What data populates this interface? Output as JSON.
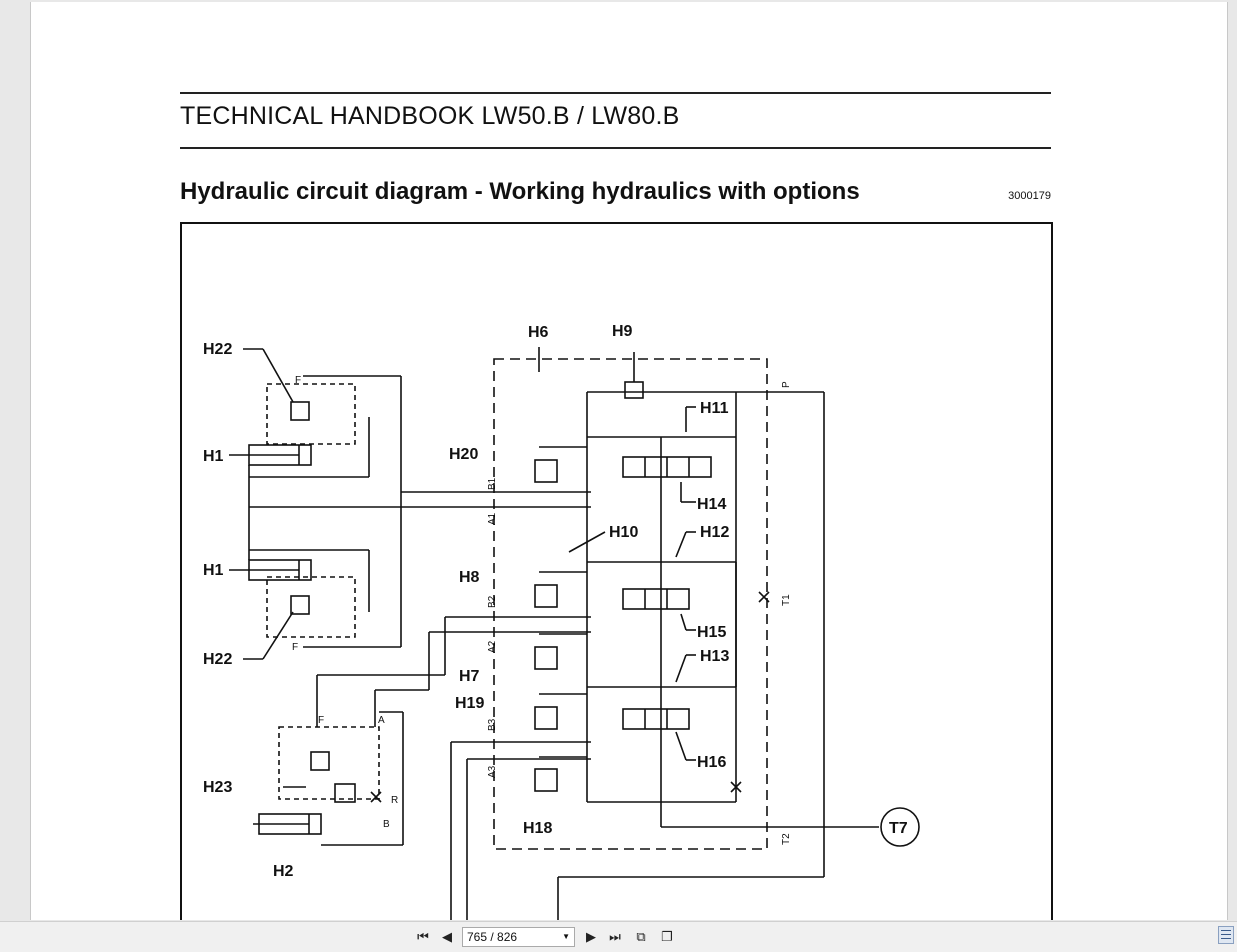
{
  "document": {
    "header_title": "TECHNICAL HANDBOOK LW50.B / LW80.B",
    "section_title": "Hydraulic circuit diagram - Working hydraulics with options",
    "doc_number": "3000179"
  },
  "diagram": {
    "component_labels": [
      "H22",
      "H1",
      "H1",
      "H22",
      "H23",
      "H2",
      "H6",
      "H9",
      "H11",
      "H20",
      "H14",
      "H10",
      "H12",
      "H8",
      "H15",
      "H13",
      "H7",
      "H19",
      "H16",
      "H18",
      "T7"
    ],
    "port_labels": [
      "F",
      "F",
      "F",
      "A",
      "R",
      "B",
      "B1",
      "A1",
      "B2",
      "A2",
      "B3",
      "A3",
      "P",
      "T1",
      "T2"
    ]
  },
  "viewer": {
    "page_indicator": "765 / 826",
    "buttons": {
      "first": "first-page",
      "prev": "previous-page",
      "next": "next-page",
      "last": "last-page",
      "copy": "copy-page",
      "pages": "page-layout"
    }
  }
}
